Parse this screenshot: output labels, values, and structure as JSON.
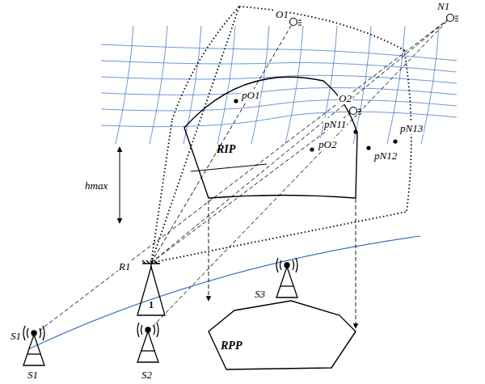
{
  "diagram": {
    "nodes": [
      {
        "text": [
          "RIP"
        ]
      },
      {
        "text": [
          "RPP"
        ]
      }
    ],
    "edges": [
      {
        "from": 0,
        "to": 1,
        "arrow": "to"
      }
    ],
    "labels": [
      "N1",
      "O1",
      "O2",
      "pO1",
      "pN11",
      "pO2",
      "pN12",
      "pN13",
      "hmax",
      "S1",
      "S1",
      "S2",
      "S3",
      "R1",
      "1"
    ]
  }
}
